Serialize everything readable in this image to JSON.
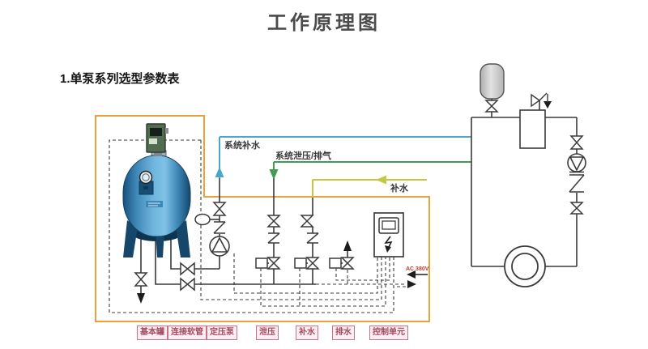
{
  "title": "工作原理图",
  "subtitle": "1.单泵系列选型参数表",
  "annotations": {
    "system_makeup": "系统补水",
    "system_relief": "系统泄压/排气",
    "makeup_water": "补水",
    "power_supply": "AC 380V"
  },
  "legend": [
    "基本罐",
    "连接软管",
    "定压泵",
    "泄压",
    "补水",
    "排水",
    "控制单元"
  ],
  "icons": {
    "gate-valve-icon": "hourglass-bowtie",
    "check-valve-icon": "z-slash",
    "solenoid-valve-icon": "bowtie-with-actuator-box",
    "pump-icon": "circle-with-triangle",
    "flow-arrow-icon": "solid-triangle",
    "lightning-icon": "zigzag-arrow"
  },
  "colors": {
    "outline": "#e8a23c",
    "makeup_line": "#4ba7c9",
    "relief_line": "#3f9e53",
    "supply_line": "#c3c93e",
    "pipe": "#3a3a3a",
    "legend_border": "#cc6f8b",
    "legend_text": "#a34a5e",
    "power_text": "#c0392b"
  }
}
